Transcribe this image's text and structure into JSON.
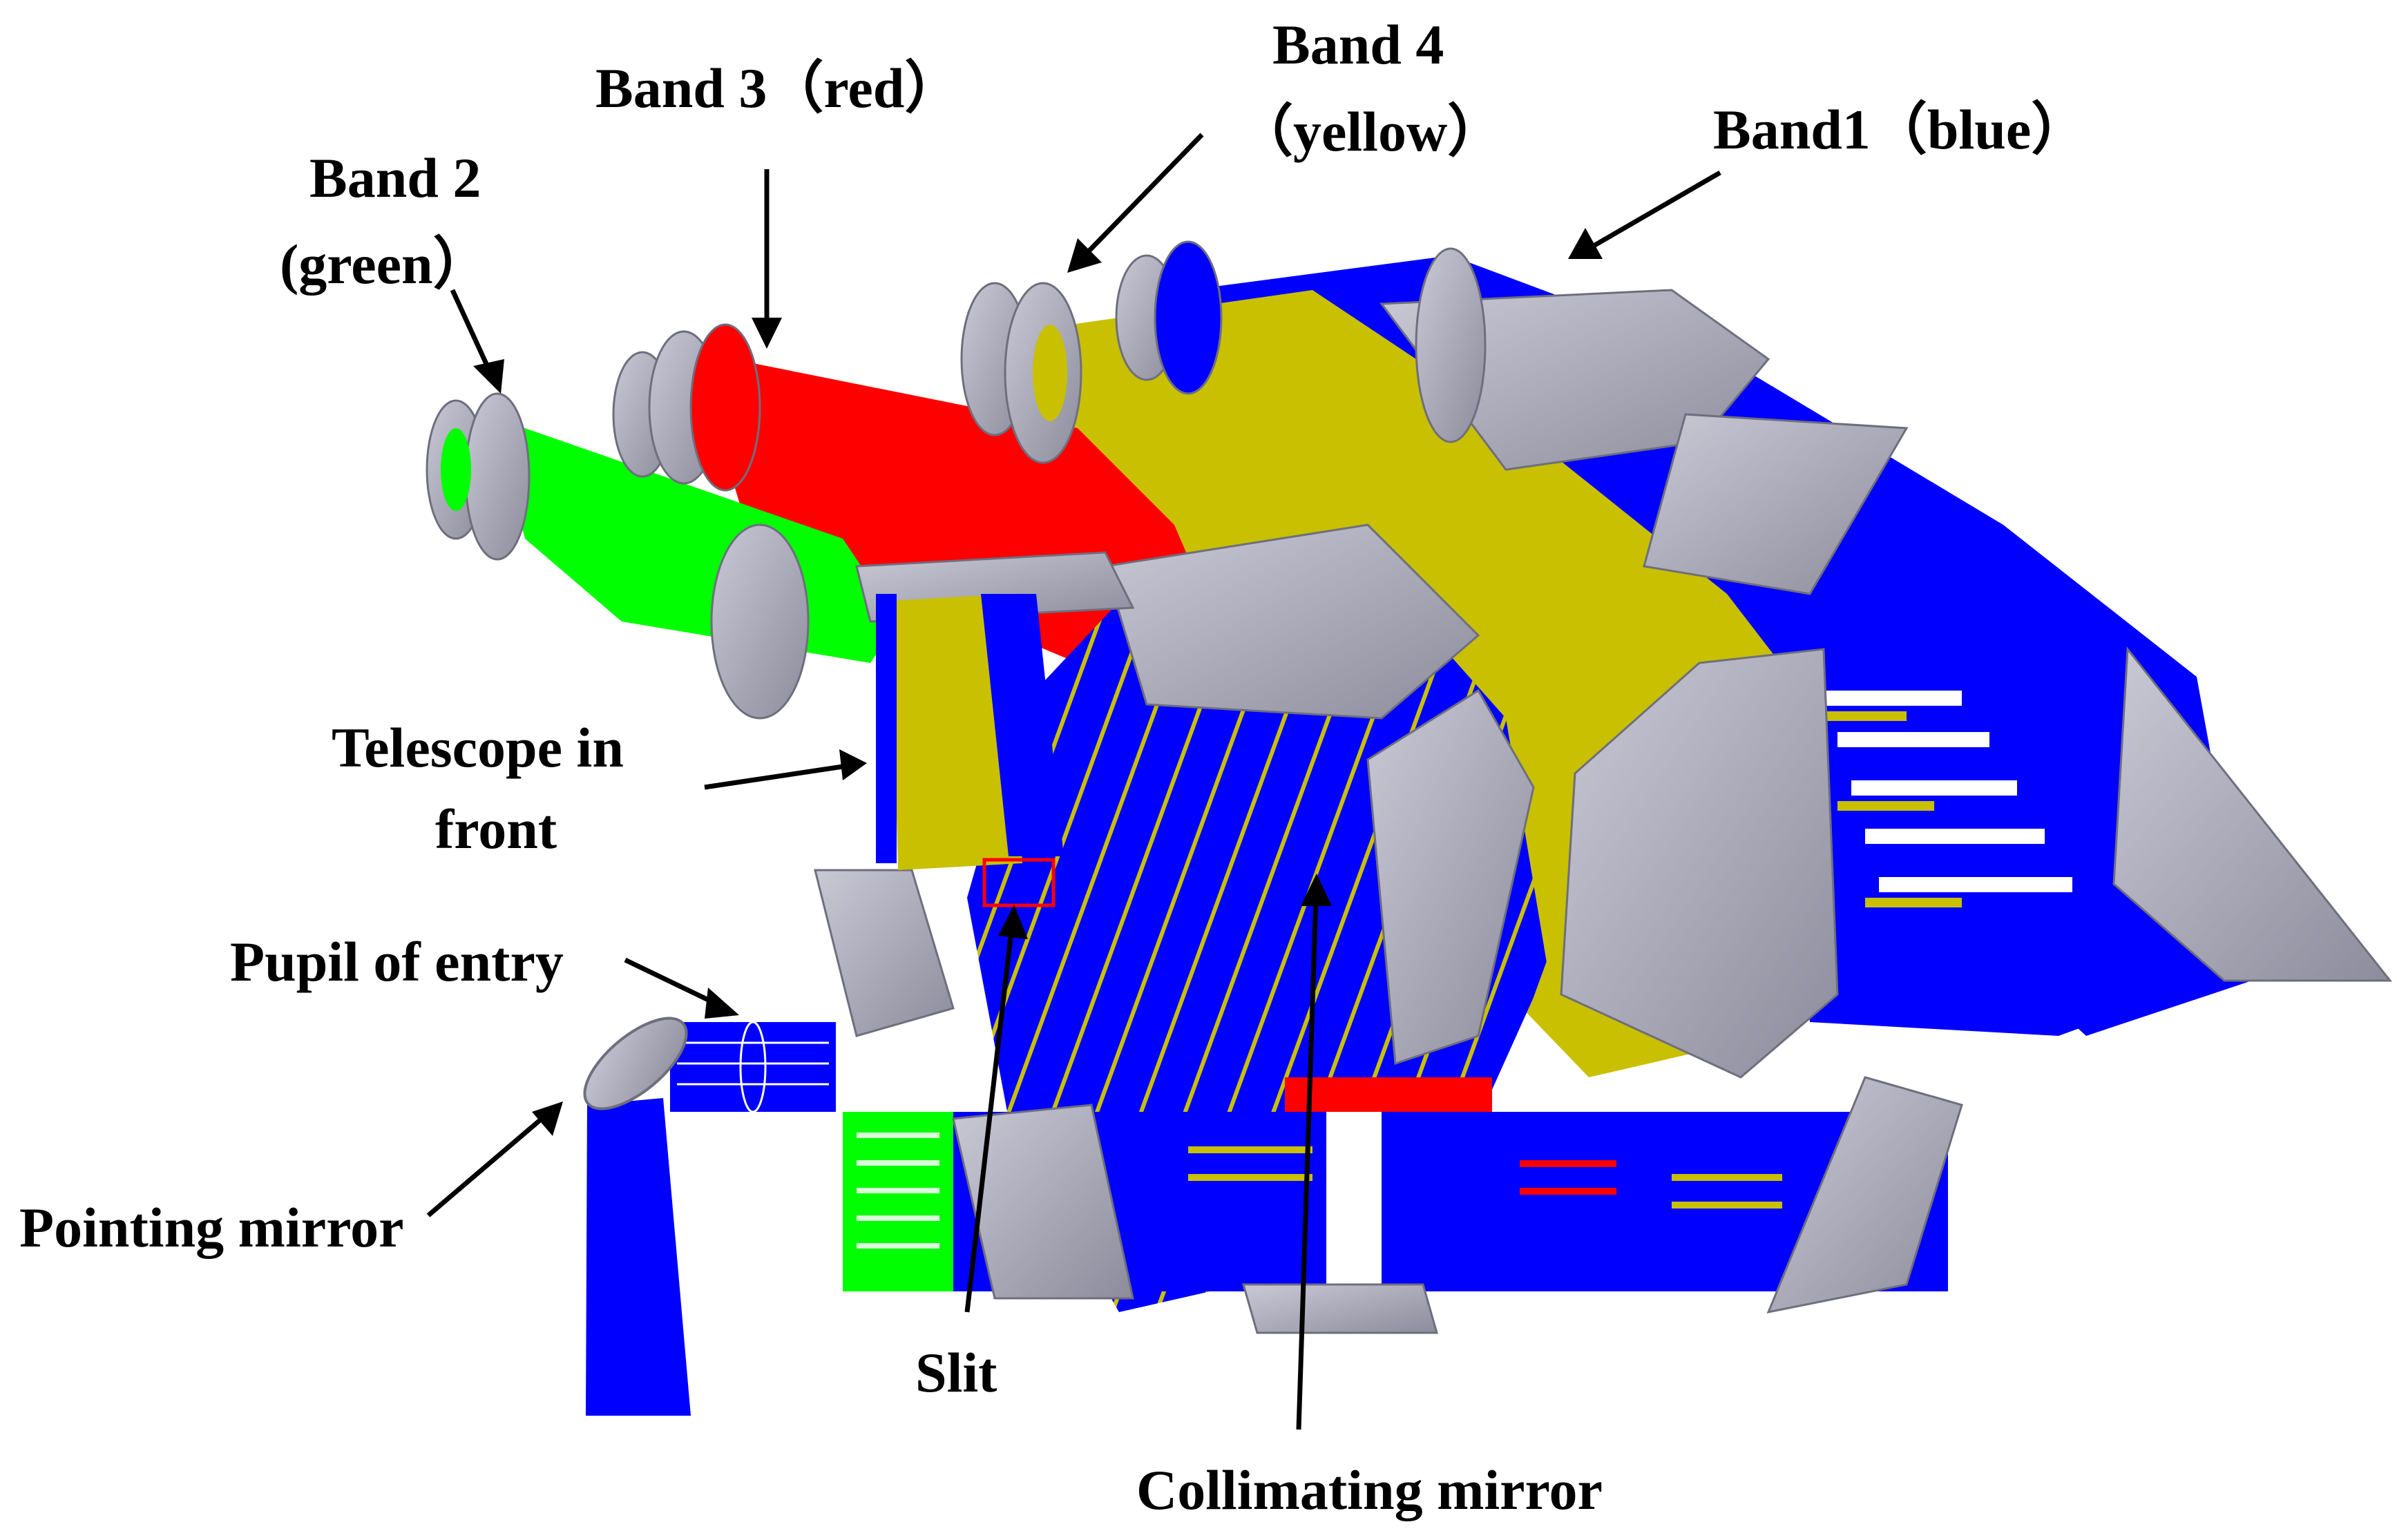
{
  "labels": {
    "band2_line1": "Band 2",
    "band2_line2": "(green）",
    "band3": "Band 3（red）",
    "band4_line1": "Band 4",
    "band4_line2": "（yellow）",
    "band1": "Band1（blue）",
    "telescope_line1": "Telescope in",
    "telescope_line2": "front",
    "pupil": "Pupil of entry",
    "pointing": "Pointing mirror",
    "slit": "Slit",
    "collimating": "Collimating mirror"
  },
  "colors": {
    "band1_blue": "#0000ff",
    "band2_green": "#00ff00",
    "band3_red": "#ff0000",
    "band4_yellow": "#c8c000",
    "housing_gray": "#a6a6b8",
    "housing_dark": "#7a7a8a",
    "slit_marker": "#ff0000"
  }
}
